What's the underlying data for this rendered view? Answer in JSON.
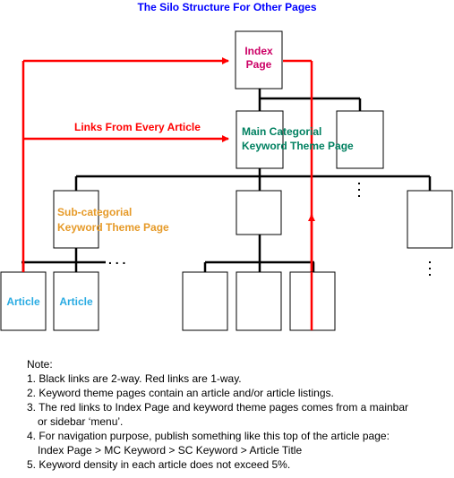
{
  "title": "The Silo Structure For Other Pages",
  "colors": {
    "title": "#0000FF",
    "red_link": "#FF0000",
    "black_link": "#000000",
    "index_label": "#CC0066",
    "main_label": "#008060",
    "sub_label": "#E69A28",
    "article_label": "#29ABE2"
  },
  "labels": {
    "index_page": [
      "Index",
      "Page"
    ],
    "links_from_every_article": "Links From Every Article",
    "main_categorial": [
      "Main Categorial",
      "Keyword Theme Page"
    ],
    "sub_categorial": [
      "Sub-categorial",
      "Keyword Theme Page"
    ],
    "article": "Article",
    "ellipsis_h": ". . .",
    "ellipsis_v": ":"
  },
  "notes": {
    "heading": "Note:",
    "items": [
      "1. Black links are 2-way. Red links are 1-way.",
      "2. Keyword theme pages contain an article and/or article listings.",
      "3. The red links to Index Page and keyword theme pages comes from a mainbar",
      "or sidebar ‘menu’.",
      "4. For navigation purpose, publish something like this top of the article page:",
      "Index Page > MC Keyword > SC Keyword > Article Title",
      "5. Keyword density in each article does not exceed 5%."
    ]
  }
}
